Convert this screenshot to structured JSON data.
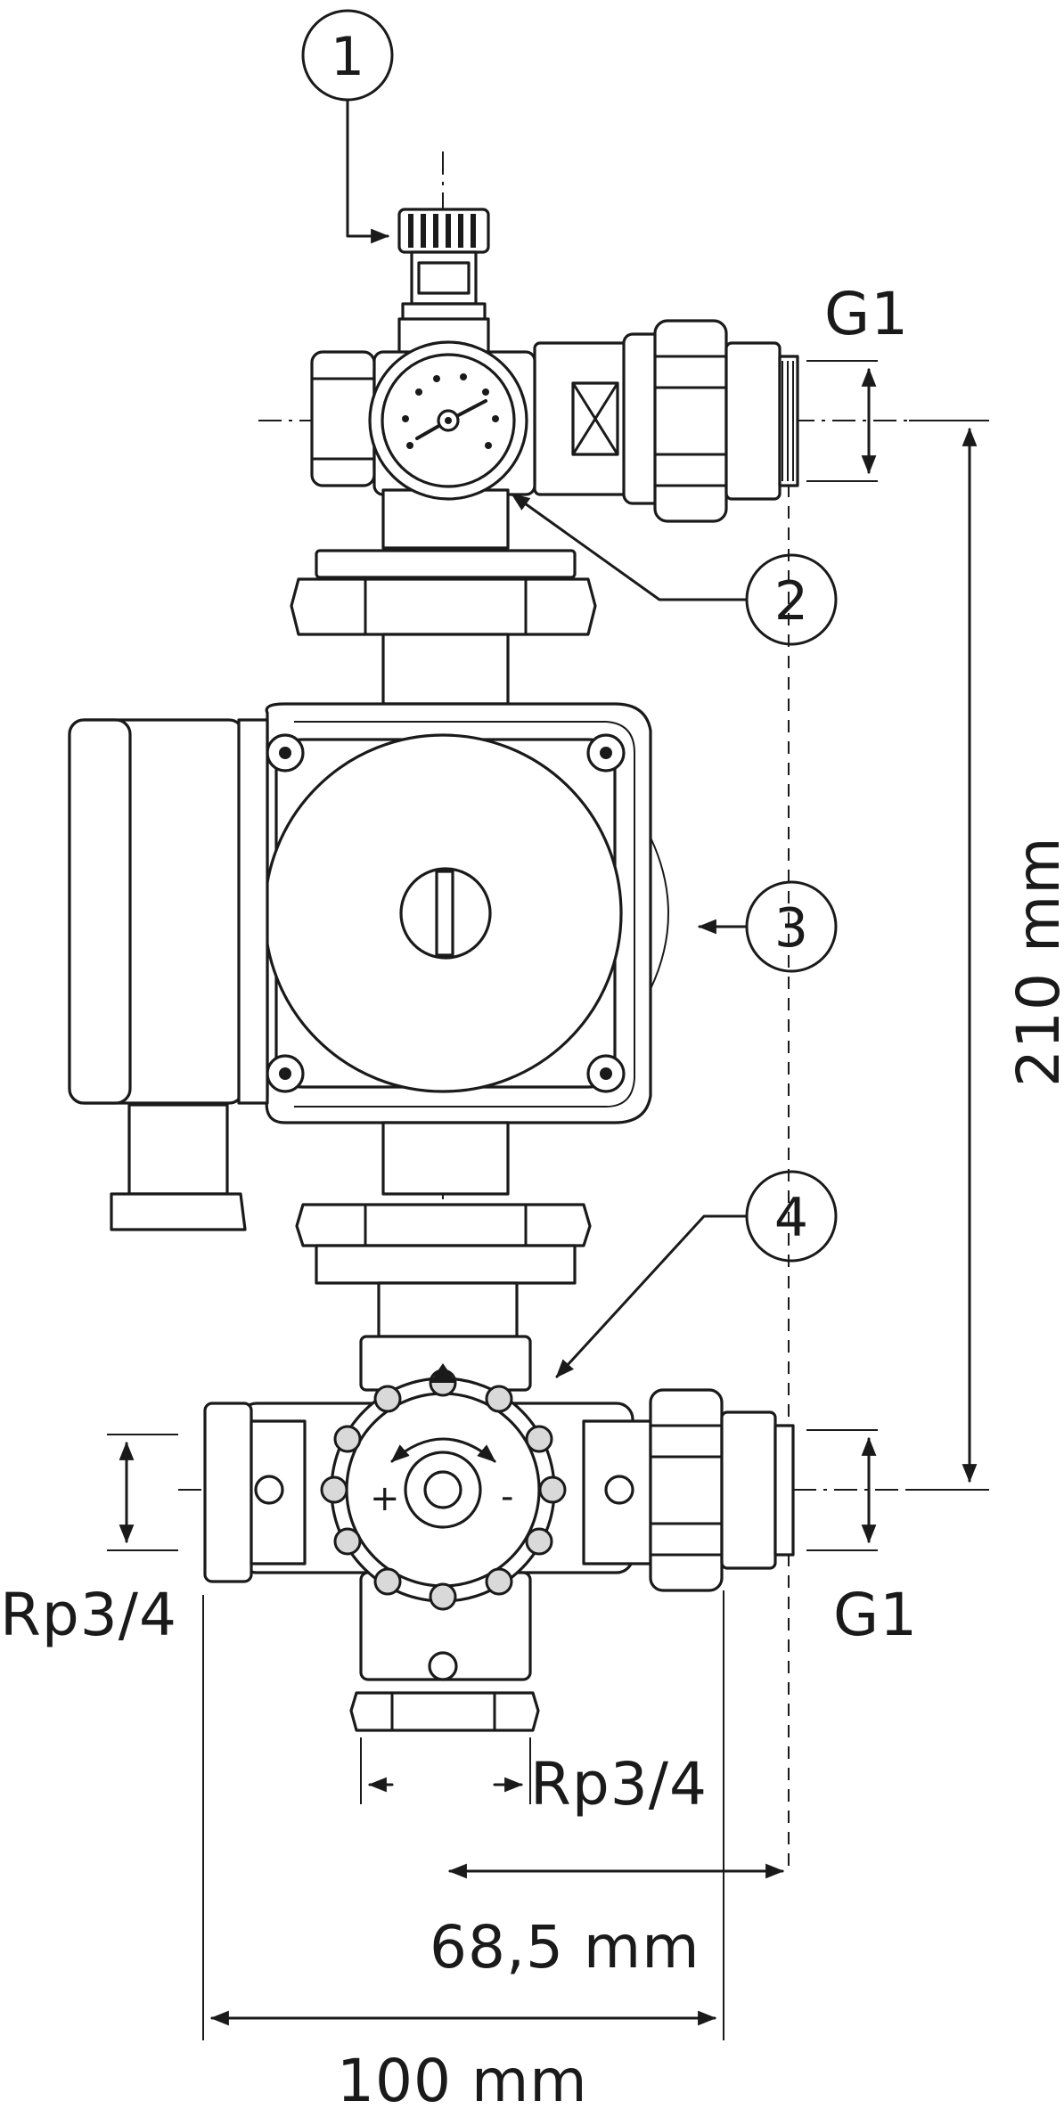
{
  "callouts": [
    "1",
    "2",
    "3",
    "4"
  ],
  "labels": {
    "g1_top": "G1",
    "g1_bottom": "G1",
    "rp_left": "Rp3/4",
    "rp_bottom": "Rp3/4",
    "dim_height": "210 mm",
    "dim_offset": "68,5 mm",
    "dim_width": "100 mm"
  },
  "gauge_plus": "+",
  "gauge_minus": "-"
}
